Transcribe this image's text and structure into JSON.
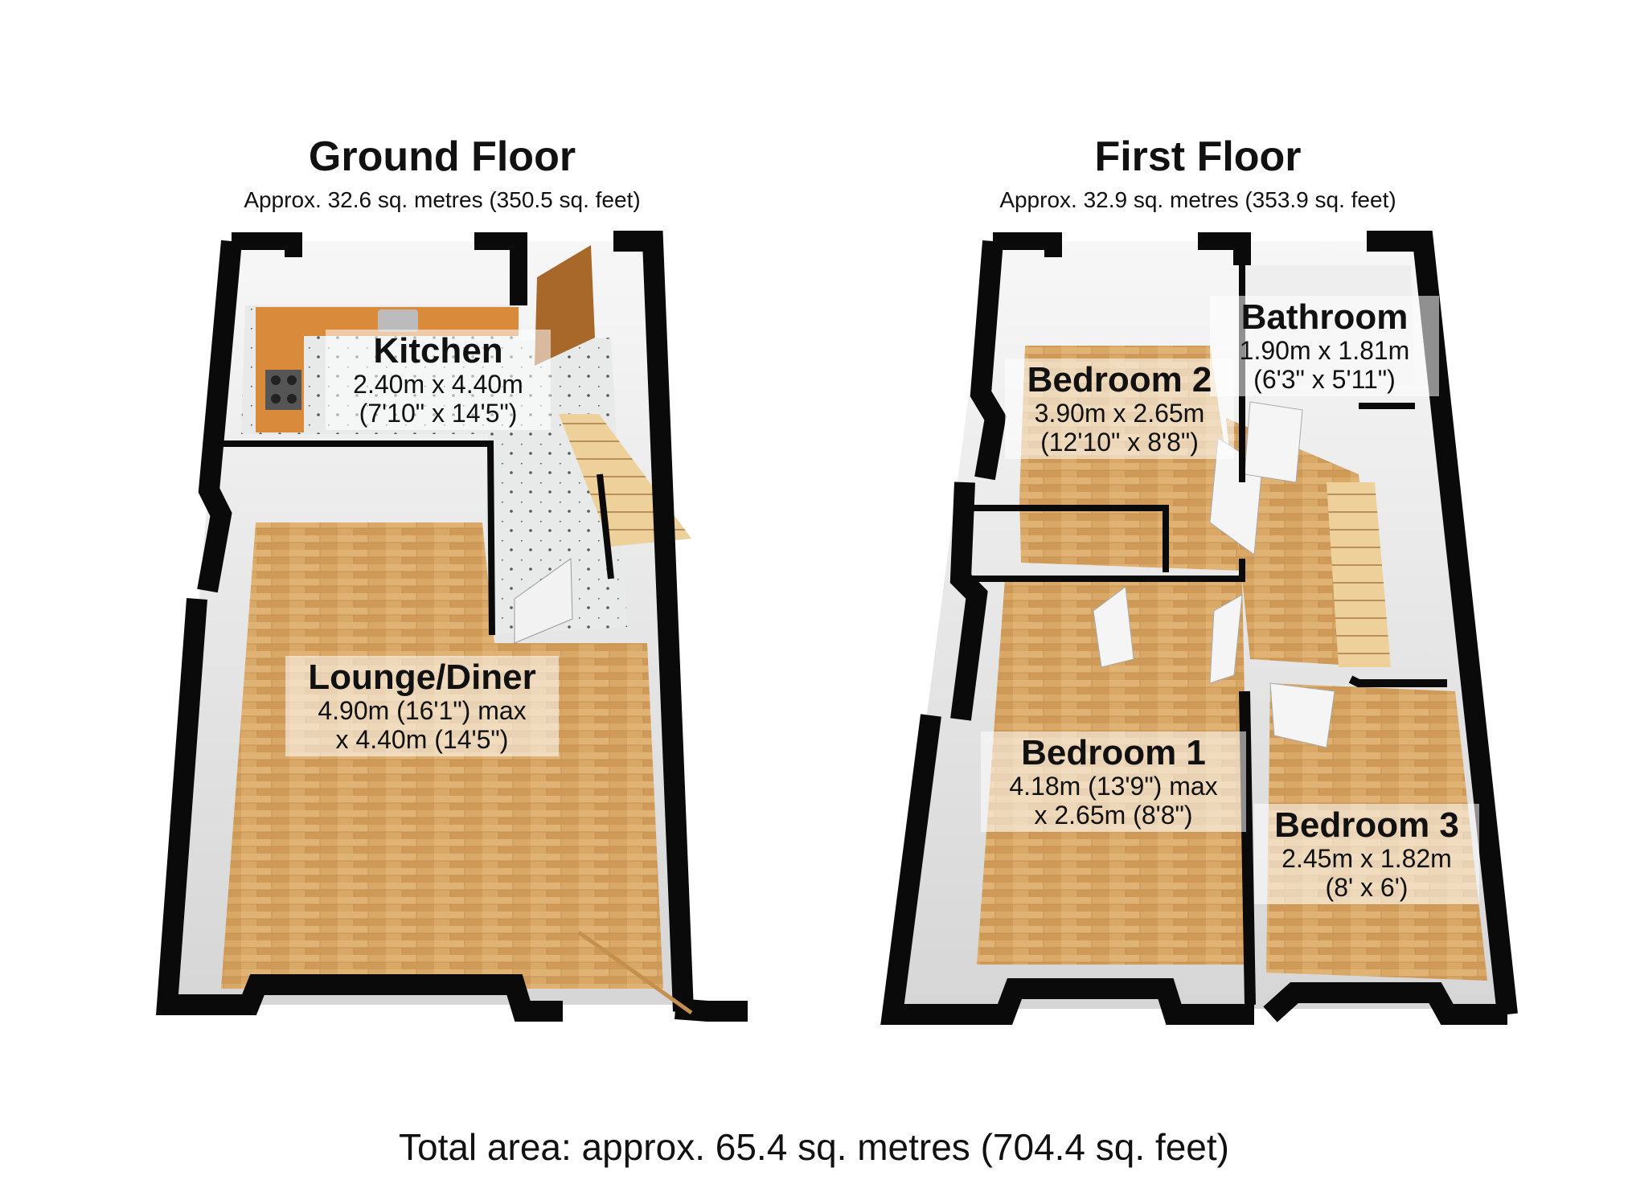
{
  "ground_floor": {
    "title": "Ground Floor",
    "area": "Approx. 32.6 sq. metres (350.5 sq. feet)",
    "rooms": [
      {
        "name": "Kitchen",
        "dims": [
          "2.40m x 4.40m",
          "(7'10\" x 14'5\")"
        ]
      },
      {
        "name": "Lounge/Diner",
        "dims": [
          "4.90m (16'1\") max",
          "x 4.40m (14'5\")"
        ]
      }
    ]
  },
  "first_floor": {
    "title": "First Floor",
    "area": "Approx. 32.9 sq. metres (353.9 sq. feet)",
    "rooms": [
      {
        "name": "Bathroom",
        "dims": [
          "1.90m x 1.81m",
          "(6'3\" x 5'11\")"
        ]
      },
      {
        "name": "Bedroom 2",
        "dims": [
          "3.90m x 2.65m",
          "(12'10\" x 8'8\")"
        ]
      },
      {
        "name": "Bedroom 1",
        "dims": [
          "4.18m (13'9\") max",
          "x 2.65m (8'8\")"
        ]
      },
      {
        "name": "Bedroom 3",
        "dims": [
          "2.45m x 1.82m",
          "(8' x 6')"
        ]
      }
    ]
  },
  "total_area": "Total area: approx. 65.4 sq. metres (704.4 sq. feet)",
  "colors": {
    "wall": "#0a0a0a",
    "floor_wood": "#d9a866",
    "floor_tile": "#e8eaea",
    "worktop": "#d98a3a",
    "stairs": "#e8c88f",
    "door": "#a8682a"
  }
}
